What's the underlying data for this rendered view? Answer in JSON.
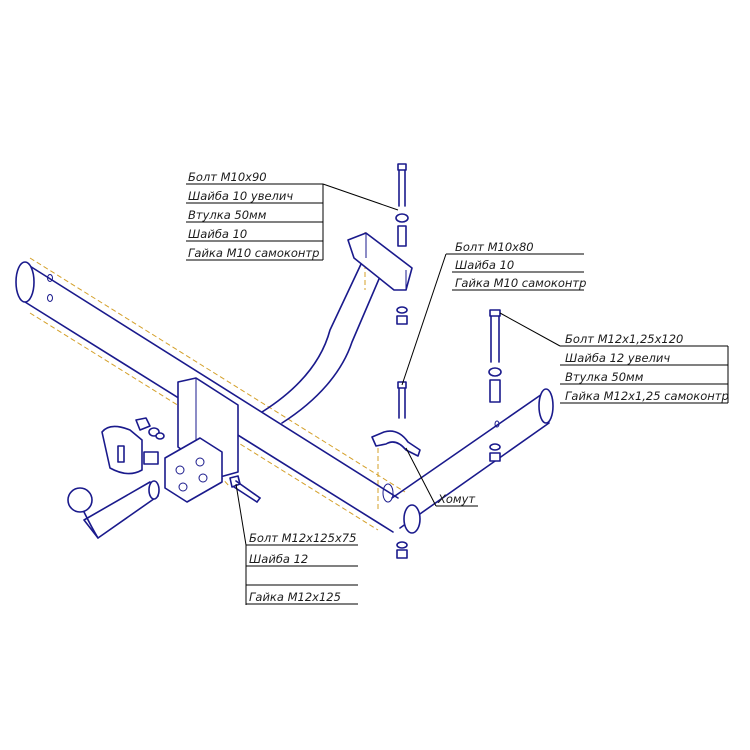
{
  "callouts": {
    "top_left": [
      "Болт М10х90",
      "Шайба 10 увелич",
      "Втулка 50мм",
      "Шайба 10",
      "Гайка М10 самоконтр"
    ],
    "middle": [
      "Болт М10х80",
      "Шайба 10",
      "Гайка М10 самоконтр"
    ],
    "right": [
      "Болт М12х1,25х120",
      "Шайба 12 увелич",
      "Втулка 50мм",
      "Гайка М12х1,25 самоконтр"
    ],
    "bottom": [
      "Болт М12х125х75",
      "Шайба 12",
      "",
      "Гайка М12х125"
    ],
    "clamp": "Хомут"
  },
  "colors": {
    "part_stroke": "#1a1a8c",
    "axis_lines": "#d4a02a",
    "text": "#1c1c1c",
    "leaders": "#000000"
  }
}
